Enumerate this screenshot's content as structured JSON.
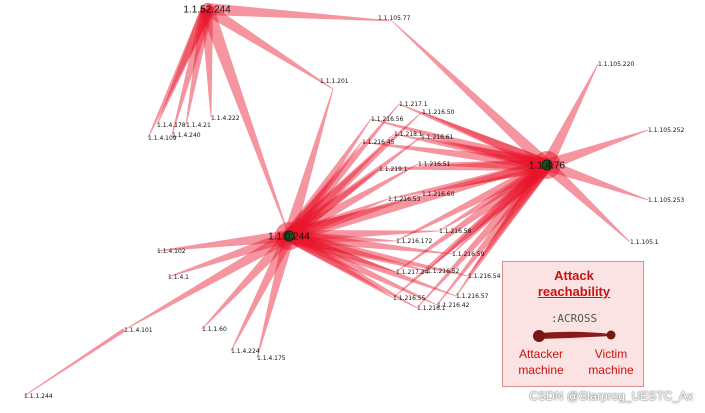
{
  "hubs": [
    {
      "id": "A",
      "label": "1.1.52.244"
    },
    {
      "id": "B",
      "label": "1.1.0.244"
    },
    {
      "id": "C",
      "label": "1.1.4.76"
    }
  ],
  "nodes": [
    {
      "id": "n105_77",
      "label": "1.1.105.77"
    },
    {
      "id": "n1_201",
      "label": "1.1.1.201"
    },
    {
      "id": "n4_178",
      "label": "1.1.4.178"
    },
    {
      "id": "n4_21",
      "label": "1.1.4.21"
    },
    {
      "id": "n4_222",
      "label": "1.1.4.222"
    },
    {
      "id": "n4_109",
      "label": "1.1.4.109"
    },
    {
      "id": "n4_240",
      "label": "1.1.4.240"
    },
    {
      "id": "n217_1",
      "label": "1.1.217.1"
    },
    {
      "id": "n216_50",
      "label": "1.1.216.50"
    },
    {
      "id": "n216_56",
      "label": "1.1.216.56"
    },
    {
      "id": "n218_1",
      "label": "1.1.218.1"
    },
    {
      "id": "n216_61",
      "label": "1.1.216.61"
    },
    {
      "id": "n216_45",
      "label": "1.1.216.45"
    },
    {
      "id": "n219_1",
      "label": "1.1.219.1"
    },
    {
      "id": "n216_51",
      "label": "1.1.216.51"
    },
    {
      "id": "n216_60",
      "label": "1.1.216.60"
    },
    {
      "id": "n216_53",
      "label": "1.1.216.53"
    },
    {
      "id": "n216_58",
      "label": "1.1.216.58"
    },
    {
      "id": "n216_172",
      "label": "1.1.216.172"
    },
    {
      "id": "n216_59",
      "label": "1.1.216.59"
    },
    {
      "id": "n217_24",
      "label": "1.1.217.24"
    },
    {
      "id": "n216_52",
      "label": "1.1.216.52"
    },
    {
      "id": "n216_54",
      "label": "1.1.216.54"
    },
    {
      "id": "n216_57",
      "label": "1.1.216.57"
    },
    {
      "id": "n216_55",
      "label": "1.1.216.55"
    },
    {
      "id": "n216_42",
      "label": "1.1.216.42"
    },
    {
      "id": "n216_1",
      "label": "1.1.216.1"
    },
    {
      "id": "n105_220",
      "label": "1.1.105.220"
    },
    {
      "id": "n105_252",
      "label": "1.1.105.252"
    },
    {
      "id": "n105_253",
      "label": "1.1.105.253"
    },
    {
      "id": "n105_1",
      "label": "1.1.105.1"
    },
    {
      "id": "n4_102",
      "label": "1.1.4.102"
    },
    {
      "id": "n4_1",
      "label": "1.1.4.1"
    },
    {
      "id": "n4_101",
      "label": "1.1.4.101"
    },
    {
      "id": "n1_60",
      "label": "1.1.1.60"
    },
    {
      "id": "n4_224",
      "label": "1.1.4.224"
    },
    {
      "id": "n4_175",
      "label": "1.1.4.175"
    },
    {
      "id": "n1_244",
      "label": "1.1.1.244"
    }
  ],
  "edges": [
    [
      "A",
      "n105_77"
    ],
    [
      "A",
      "n4_178"
    ],
    [
      "A",
      "n4_21"
    ],
    [
      "A",
      "n4_222"
    ],
    [
      "A",
      "n4_109"
    ],
    [
      "A",
      "n4_240"
    ],
    [
      "A",
      "B"
    ],
    [
      "A",
      "n1_201"
    ],
    [
      "B",
      "n1_201"
    ],
    [
      "B",
      "n217_1"
    ],
    [
      "B",
      "n216_50"
    ],
    [
      "B",
      "n216_56"
    ],
    [
      "B",
      "n218_1"
    ],
    [
      "B",
      "n216_61"
    ],
    [
      "B",
      "n216_45"
    ],
    [
      "B",
      "n219_1"
    ],
    [
      "B",
      "n216_51"
    ],
    [
      "B",
      "n216_60"
    ],
    [
      "B",
      "n216_53"
    ],
    [
      "B",
      "n216_58"
    ],
    [
      "B",
      "n216_172"
    ],
    [
      "B",
      "n216_59"
    ],
    [
      "B",
      "n217_24"
    ],
    [
      "B",
      "n216_52"
    ],
    [
      "B",
      "n216_54"
    ],
    [
      "B",
      "n216_57"
    ],
    [
      "B",
      "n216_55"
    ],
    [
      "B",
      "n216_42"
    ],
    [
      "B",
      "n216_1"
    ],
    [
      "B",
      "n4_102"
    ],
    [
      "B",
      "n4_1"
    ],
    [
      "B",
      "n4_101"
    ],
    [
      "B",
      "n1_60"
    ],
    [
      "B",
      "n4_224"
    ],
    [
      "B",
      "n4_175"
    ],
    [
      "B",
      "C"
    ],
    [
      "C",
      "n105_77"
    ],
    [
      "C",
      "n217_1"
    ],
    [
      "C",
      "n216_50"
    ],
    [
      "C",
      "n216_56"
    ],
    [
      "C",
      "n218_1"
    ],
    [
      "C",
      "n216_61"
    ],
    [
      "C",
      "n216_45"
    ],
    [
      "C",
      "n219_1"
    ],
    [
      "C",
      "n216_51"
    ],
    [
      "C",
      "n216_60"
    ],
    [
      "C",
      "n216_53"
    ],
    [
      "C",
      "n216_58"
    ],
    [
      "C",
      "n216_172"
    ],
    [
      "C",
      "n216_59"
    ],
    [
      "C",
      "n217_24"
    ],
    [
      "C",
      "n216_52"
    ],
    [
      "C",
      "n216_54"
    ],
    [
      "C",
      "n216_57"
    ],
    [
      "C",
      "n216_55"
    ],
    [
      "C",
      "n216_42"
    ],
    [
      "C",
      "n216_1"
    ],
    [
      "C",
      "n105_220"
    ],
    [
      "C",
      "n105_252"
    ],
    [
      "C",
      "n105_253"
    ],
    [
      "C",
      "n105_1"
    ],
    [
      "n4_101",
      "n1_244"
    ]
  ],
  "legend": {
    "title_line1": "Attack",
    "title_line2": "reachability",
    "across": ":ACROSS",
    "attacker_line1": "Attacker",
    "attacker_line2": "machine",
    "victim_line1": "Victim",
    "victim_line2": "machine"
  },
  "colors": {
    "edge": "#e8142a",
    "hub_node": "#1f4d1f",
    "legend_edge": "#7a1616",
    "legend_accent": "#cc1111"
  },
  "watermark": "CSDN @Starprog_UESTC_Ax"
}
